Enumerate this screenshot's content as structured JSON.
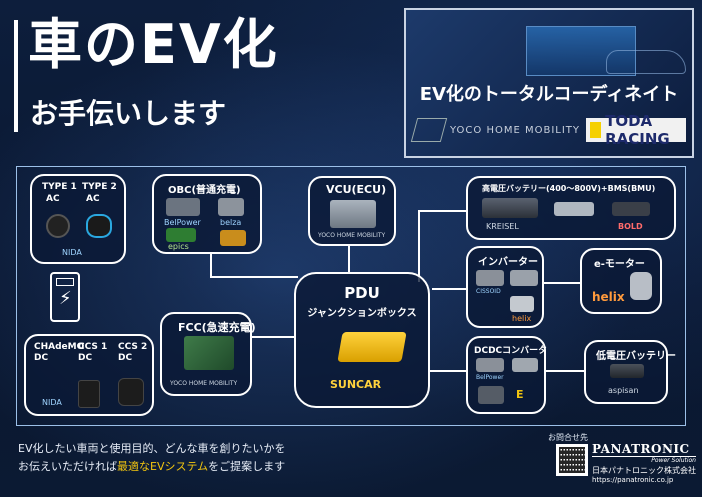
{
  "headline": {
    "main": "車のEV化",
    "sub": "お手伝いします"
  },
  "hero": {
    "caption": "EV化のトータルコーディネイト",
    "partner1": "YOCO HOME MOBILITY",
    "partner2": "TODA RACING"
  },
  "system": {
    "charger_ac": {
      "types": [
        "TYPE 1",
        "TYPE 2"
      ],
      "subs": [
        "AC",
        "AC"
      ],
      "logo": "NIDA"
    },
    "charger_dc": {
      "types": [
        "CHAdeMO",
        "CCS 1",
        "CCS 2"
      ],
      "subs": [
        "DC",
        "DC",
        "DC"
      ],
      "logo": "NIDA"
    },
    "obc": {
      "title": "OBC(普通充電)",
      "logos": [
        "BelPower",
        "belza",
        "epics",
        ""
      ]
    },
    "vcu": {
      "title": "VCU(ECU)",
      "logo": "YOCO HOME MOBILITY"
    },
    "fcc": {
      "title": "FCC(急速充電)",
      "logo": "YOCO HOME MOBILITY"
    },
    "pdu": {
      "title": "PDU",
      "subtitle": "ジャンクションボックス",
      "logo": "SUNCAR"
    },
    "battery": {
      "title": "高電圧バッテリー(400～800V)+BMS(BMU)",
      "logos": [
        "KREISEL",
        "",
        "BOLD"
      ]
    },
    "inverter": {
      "title": "インバーター",
      "logos": [
        "CISSOID",
        "",
        "helix"
      ]
    },
    "emotor": {
      "title": "e-モーター",
      "logo": "helix"
    },
    "dcdc": {
      "title": "DCDCコンバータ",
      "logos": [
        "BelPower",
        "",
        "",
        "E"
      ]
    },
    "lv_battery": {
      "title": "低電圧バッテリー",
      "logo": "aspisan"
    }
  },
  "footer": {
    "line1": "EV化したい車両と使用目的、どんな車を創りたいかを",
    "line2_pre": "お伝えいただければ",
    "line2_hl": "最適なEVシステム",
    "line2_post": "をご提案します"
  },
  "contact": {
    "label": "お問合せ先",
    "brand": "PANATRONIC",
    "tagline": "Power Solution",
    "company": "日本パナトロニック株式会社",
    "url": "https://panatronic.co.jp"
  },
  "colors": {
    "accent": "#f1c40f",
    "background": "#0b1a33",
    "line": "#ffffff"
  }
}
